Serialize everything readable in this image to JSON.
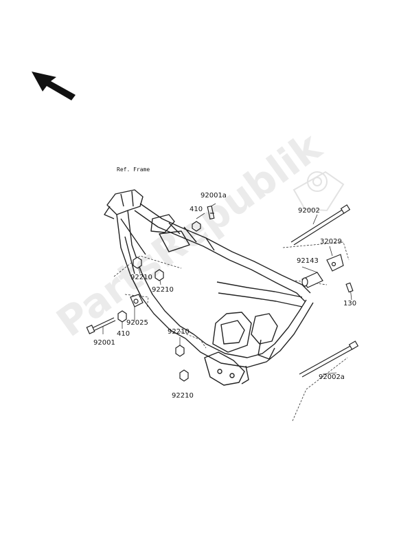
{
  "diagram": {
    "ref_note": "Ref. Frame",
    "watermark": "PartsRepublik",
    "labels": {
      "p92001a": "92001a",
      "p410_top": "410",
      "p92002_top": "92002",
      "p32029": "32029",
      "p92143": "92143",
      "p130": "130",
      "p92210_a": "92210",
      "p92210_b": "92210",
      "p92025": "92025",
      "p410_left": "410",
      "p92001": "92001",
      "p92210_c": "92210",
      "p92210_d": "92210",
      "p92002a": "92002a"
    }
  },
  "colors": {
    "line": "#222222",
    "watermark": "#e6e6e6"
  }
}
